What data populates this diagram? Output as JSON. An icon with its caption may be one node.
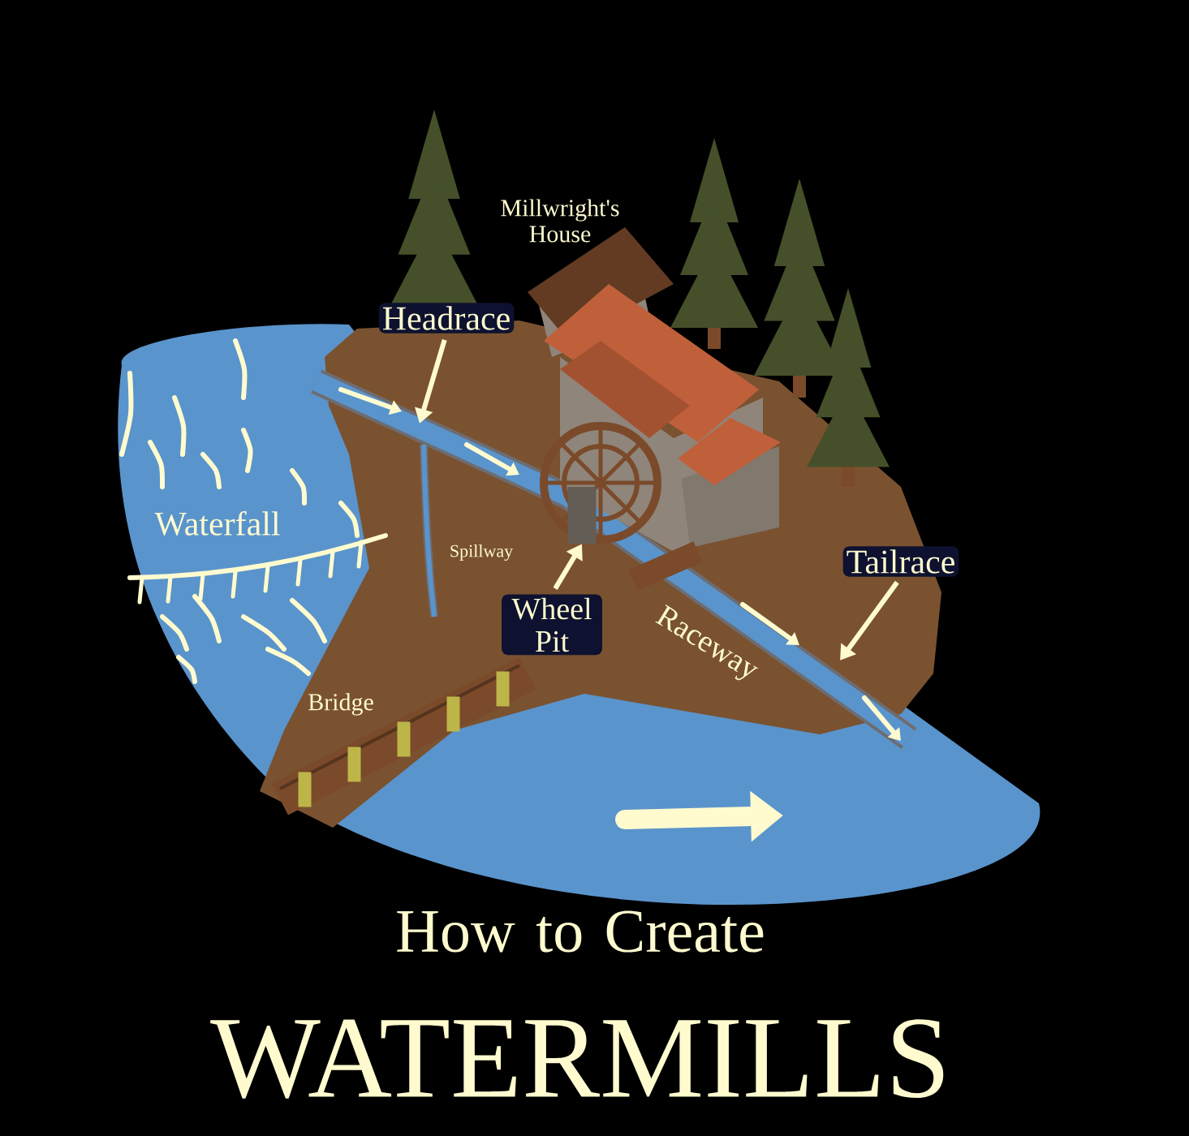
{
  "diagram": {
    "title": "WATERMILLS",
    "nodes": [
      {
        "text": [
          "Headrace"
        ]
      },
      {
        "text": [
          "Wheel Pit"
        ]
      },
      {
        "text": [
          "Tailrace"
        ]
      },
      {
        "text": [],
        "shape": "box"
      }
    ],
    "edges": [
      {
        "from": 0,
        "to": null,
        "arrow": "to"
      },
      {
        "from": 1,
        "to": 3,
        "arrow": "to"
      },
      {
        "from": 2,
        "to": null,
        "arrow": "to"
      }
    ],
    "labels": [
      "Millwright's House",
      "Waterfall",
      "Raceway",
      "Spillway",
      "Bridge",
      "How to Create"
    ]
  }
}
